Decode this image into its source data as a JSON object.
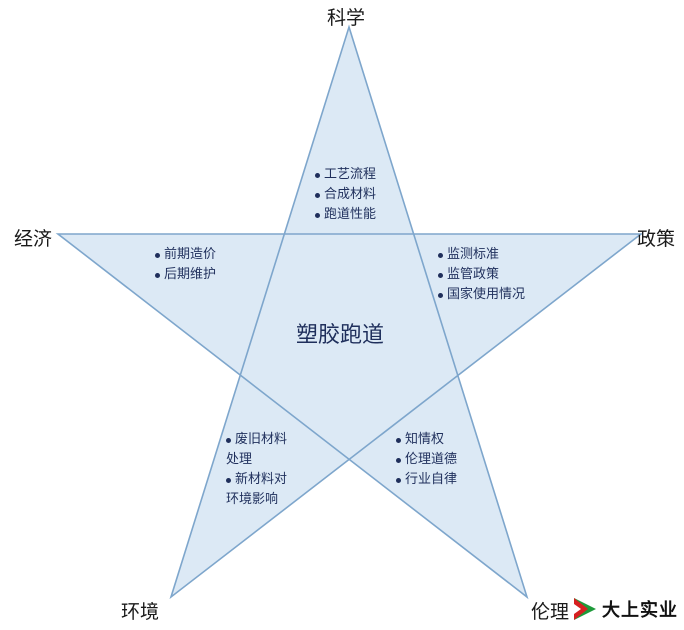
{
  "diagram": {
    "center_title": "塑胶跑道",
    "vertices": {
      "top": "科学",
      "left": "经济",
      "right": "政策",
      "bottom_left": "环境",
      "bottom_right": "伦理"
    },
    "points": {
      "science": [
        "工艺流程",
        "合成材料",
        "跑道性能"
      ],
      "economy": [
        "前期造价",
        "后期维护"
      ],
      "policy": [
        "监测标准",
        "监管政策",
        "国家使用情况"
      ],
      "environment": [
        "废旧材料",
        "处理",
        "新材料对",
        "环境影响"
      ],
      "ethics": [
        "知情权",
        "伦理道德",
        "行业自律"
      ]
    }
  },
  "colors": {
    "star_fill": "#dce9f5",
    "star_stroke": "#7ea6cc",
    "text_dark": "#1f2f5c",
    "logo_red": "#d62020",
    "logo_green": "#1e9a3a"
  },
  "logo": {
    "text": "大上实业",
    "icon": "flag-arrow-icon"
  }
}
